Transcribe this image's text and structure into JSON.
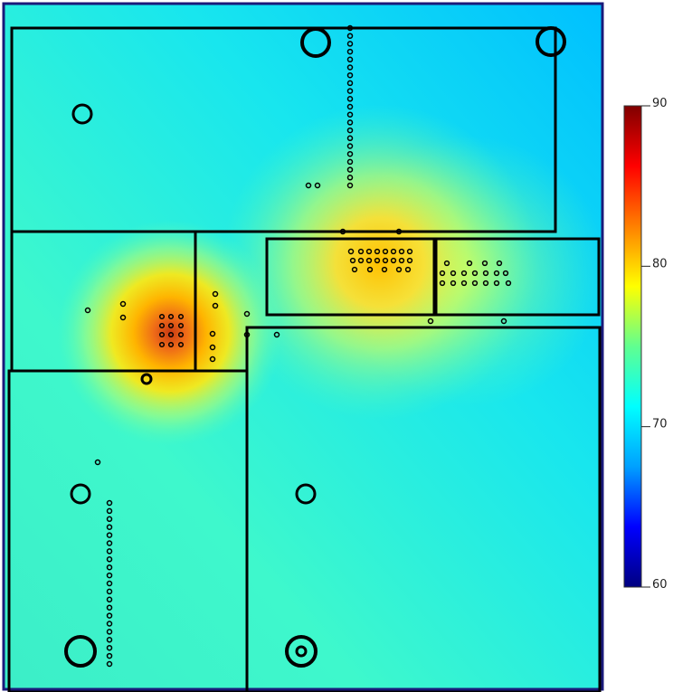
{
  "colors": {
    "outline": "#000000",
    "frame": "#1a1a7a",
    "cool": "#00bcff",
    "mid": "#2ff2e0",
    "warm": "#ffe000",
    "hot": "#c03a12"
  },
  "colorbar": {
    "min": 60,
    "max": 90,
    "ticks": [
      {
        "value": 90,
        "label": "90"
      },
      {
        "value": 80,
        "label": "80"
      },
      {
        "value": 70,
        "label": "70"
      },
      {
        "value": 60,
        "label": "60"
      }
    ],
    "stops": [
      "#000080",
      "#0000ff",
      "#00a0ff",
      "#00ffff",
      "#60ff90",
      "#ffff00",
      "#ff8000",
      "#ff0000",
      "#800000"
    ]
  },
  "hotspots": [
    {
      "region": "left-component",
      "level": 86
    },
    {
      "region": "center-component",
      "level": 80
    }
  ]
}
